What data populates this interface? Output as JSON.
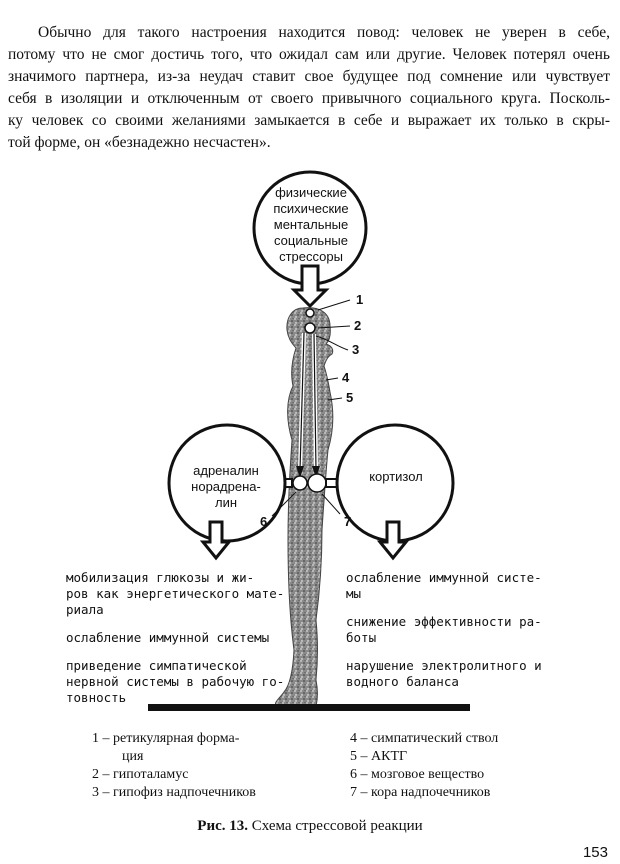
{
  "intro": {
    "lines": [
      "Обычно для такого настроения находится повод: человек не уверен в себе,",
      "потому что не смог достичь того, что ожидал сам или другие. Человек потерял очень",
      "значимого партнера, из-за неудач ставит свое будущее под сомнение или чувствует",
      "себя в изоляции и отключенным от своего привычного социального круга. Посколь-",
      "ку человек со своими желаниями замыкается в себе и выражает их только в скры-",
      "той форме, он «безнадежно несчастен»."
    ]
  },
  "figure": {
    "stressors": [
      "физические",
      "психические",
      "ментальные",
      "социальные",
      "стрессоры"
    ],
    "left_circle": [
      "адреналин",
      "норадрена-",
      "лин"
    ],
    "right_circle": "кортизол",
    "numbers": [
      "1",
      "2",
      "3",
      "4",
      "5",
      "6",
      "7"
    ],
    "left_effects": [
      "мобилизация глюкозы и жи-ров как энергетического мате-риала",
      "ослабление иммунной системы",
      "приведение симпатической нервной системы в рабочую го-товность"
    ],
    "left_effects_lines": [
      [
        "мобилизация глюкозы и жи-",
        "ров как энергетического мате-",
        "риала"
      ],
      [
        "ослабление иммунной системы"
      ],
      [
        "приведение симпатической",
        "нервной системы в рабочую го-",
        "товность"
      ]
    ],
    "right_effects_lines": [
      [
        "ослабление иммунной систе-",
        "мы"
      ],
      [
        "снижение эффективности ра-",
        "боты"
      ],
      [
        "нарушение электролитного и",
        "водного баланса"
      ]
    ]
  },
  "legend": {
    "left": [
      "1 – ретикулярная форма-",
      "ция",
      "2 – гипоталамус",
      "3 – гипофиз надпочечников"
    ],
    "right": [
      "4 – симпатический ствол",
      "5 – АКТГ",
      "6 – мозговое вещество",
      "7 – кора надпочечников"
    ]
  },
  "caption": {
    "label": "Рис. 13.",
    "text": " Схема стрессовой реакции"
  },
  "page_number": "153"
}
